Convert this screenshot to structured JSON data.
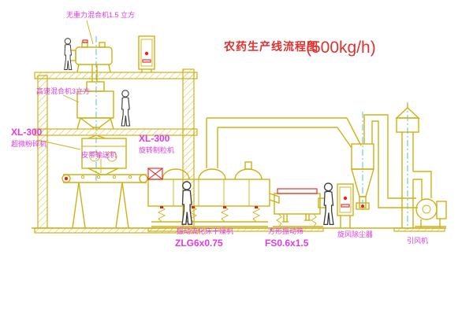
{
  "title": {
    "text": "农药生产线流程图",
    "capacity": "(500kg/h)"
  },
  "labels": {
    "gravity_mixer": "无重力混合机1.5 立方",
    "high_speed_mixer": "高速混合机3立方",
    "pulverizer_model": "XL-300",
    "pulverizer_name": "超微粉碎机",
    "granulator_model": "XL-300",
    "granulator_name": "旋转制粒机",
    "belt_conveyor": "皮带输送机",
    "dryer_name": "振动流化床干燥机",
    "dryer_model": "ZLG6x0.75",
    "screen_name": "方形振动筛",
    "screen_model": "FS0.6x1.5",
    "cyclone": "旋风除尘器",
    "fan": "引风机"
  },
  "colors": {
    "line_yellow": "#d0b014",
    "label_magenta": "#e23ae2",
    "title_red": "#e03030",
    "accent_red": "#e82020",
    "centerline_cyan": "#2ab5b5"
  }
}
